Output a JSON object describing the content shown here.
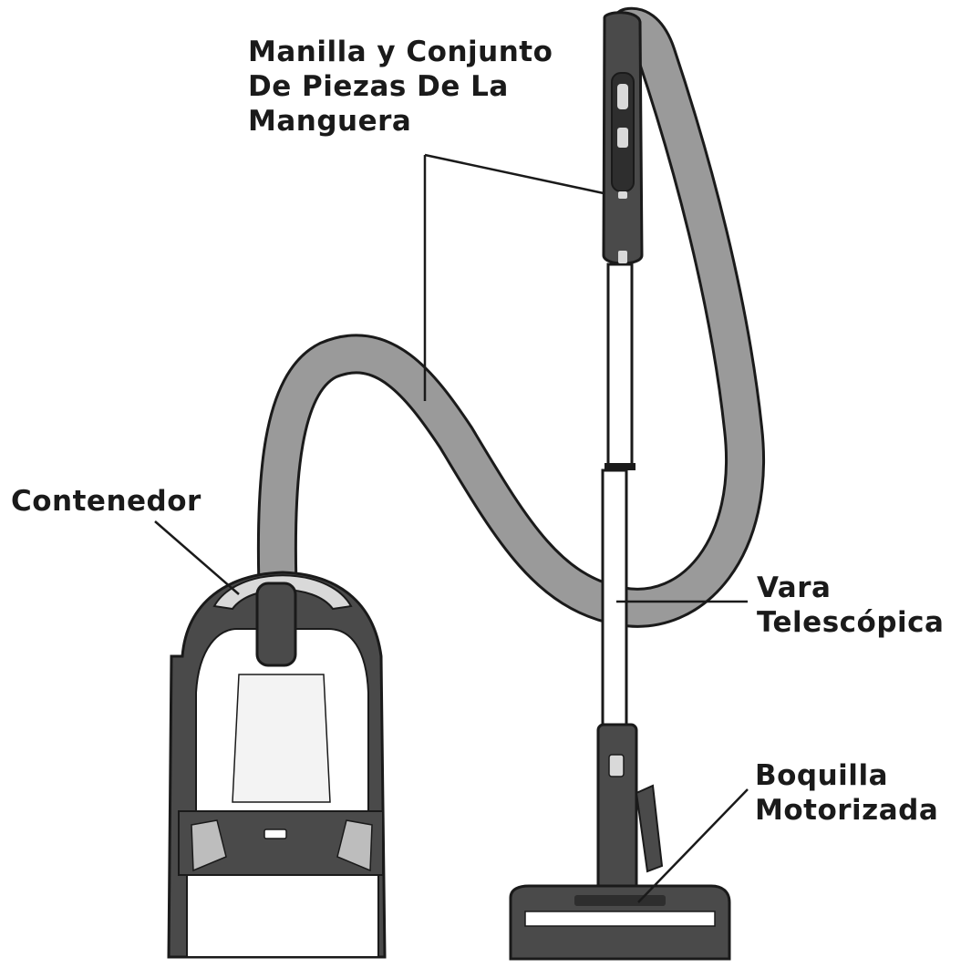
{
  "diagram": {
    "labels": {
      "handle": [
        "Manilla y Conjunto",
        "De Piezas De La",
        "Manguera"
      ],
      "container": [
        "Contenedor"
      ],
      "wand": [
        "Vara",
        "Telescópica"
      ],
      "nozzle": [
        "Boquilla",
        "Motorizada"
      ]
    },
    "colors": {
      "outline": "#1a1a1a",
      "hose_fill": "#9a9a9a",
      "dark_part": "#4a4a4a",
      "light_part": "#d9d9d9",
      "wand_fill": "#ffffff"
    }
  }
}
